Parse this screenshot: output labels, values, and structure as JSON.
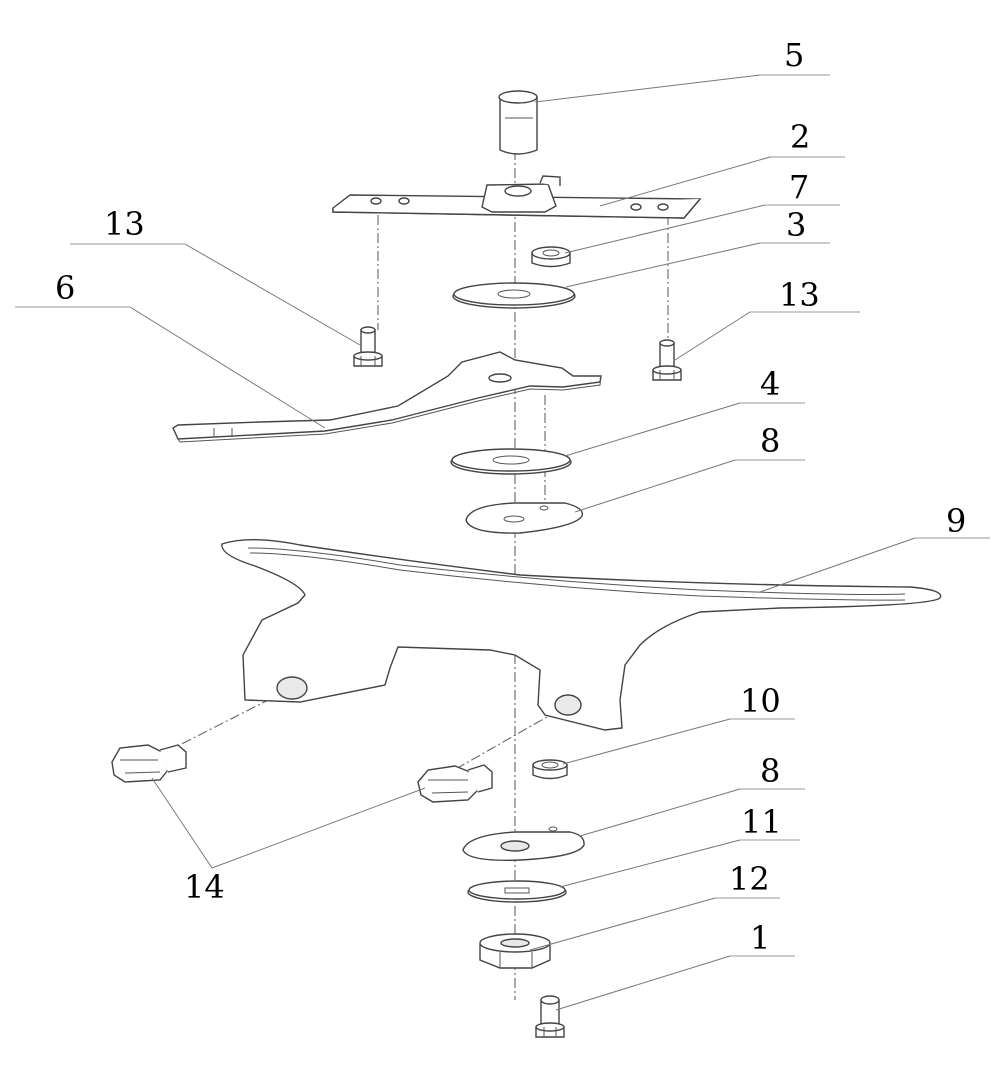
{
  "callouts": {
    "c5": "5",
    "c2": "2",
    "c7": "7",
    "c3": "3",
    "c13a": "13",
    "c13b": "13",
    "c6": "6",
    "c4": "4",
    "c8a": "8",
    "c9": "9",
    "c10": "10",
    "c8b": "8",
    "c11": "11",
    "c12": "12",
    "c1": "1",
    "c14": "14"
  },
  "colors": {
    "line": "#444444",
    "leader": "#777777",
    "shade": "#e9e9e9"
  }
}
